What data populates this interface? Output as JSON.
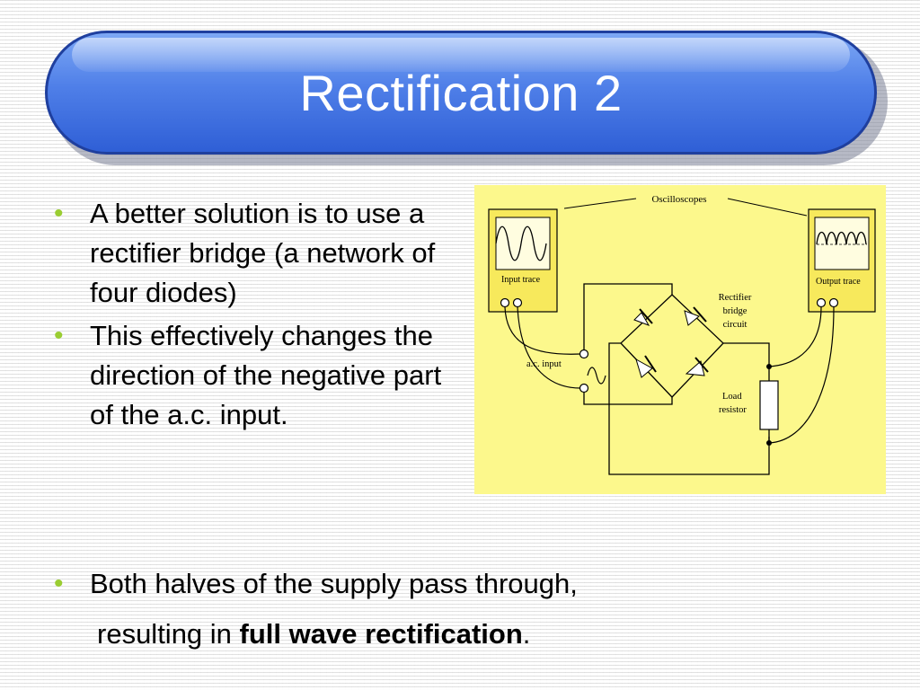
{
  "slide": {
    "title": "Rectification 2",
    "bullet_color": "#9acd32",
    "header_color": "#4f7fe8"
  },
  "bullets": [
    {
      "text": "A better solution is to use a rectifier bridge (a network of four diodes)"
    },
    {
      "text": "This effectively changes the direction of the negative part of the a.c. input."
    }
  ],
  "bottom_bullet": {
    "line1": "Both halves of the supply pass through,",
    "line2_prefix": "resulting in ",
    "line2_bold": "full wave rectification",
    "line2_suffix": "."
  },
  "diagram": {
    "background": "#fcf88c",
    "labels": {
      "oscilloscopes": "Oscilloscopes",
      "input_trace": "Input trace",
      "output_trace": "Output trace",
      "rectifier_bridge_1": "Rectifier",
      "rectifier_bridge_2": "bridge",
      "rectifier_bridge_3": "circuit",
      "ac_input": "a.c. input",
      "load_resistor_1": "Load",
      "load_resistor_2": "resistor"
    }
  }
}
